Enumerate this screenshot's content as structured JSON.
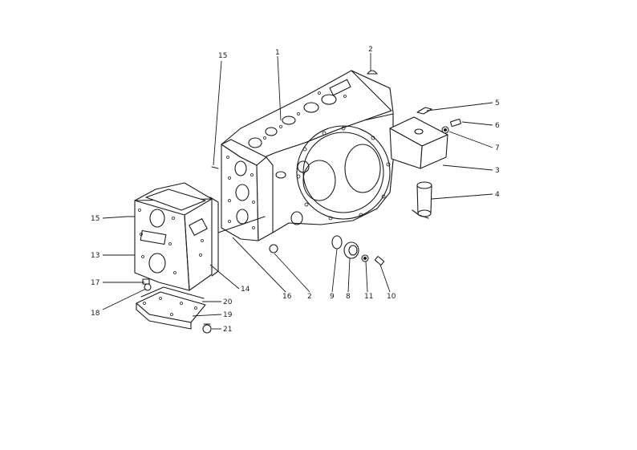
{
  "diagram": {
    "callouts": [
      "15",
      "1",
      "2",
      "5",
      "6",
      "7",
      "3",
      "4",
      "15",
      "13",
      "14",
      "16",
      "2",
      "9",
      "8",
      "11",
      "10",
      "17",
      "18",
      "20",
      "19",
      "21"
    ]
  }
}
